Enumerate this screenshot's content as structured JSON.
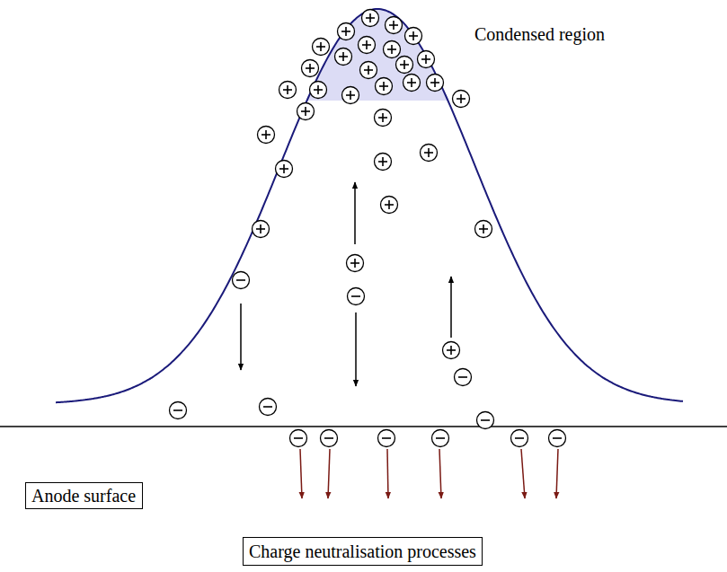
{
  "diagram": {
    "nodes": [
      {
        "text": [
          "Anode surface"
        ]
      },
      {
        "text": [
          "Charge neutralisation processes"
        ]
      }
    ],
    "labels": [
      "Condensed region"
    ]
  }
}
